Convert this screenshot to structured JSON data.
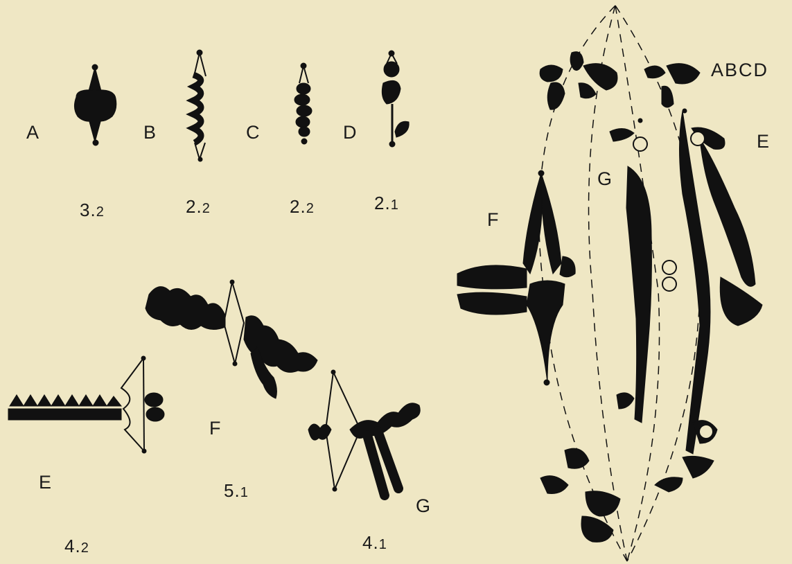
{
  "labels": {
    "left_top": {
      "A": "A",
      "B": "B",
      "C": "C",
      "D": "D"
    },
    "left_top_numbers": {
      "A": {
        "main": "3.",
        "sub": "2"
      },
      "B": {
        "main": "2.",
        "sub": "2"
      },
      "C": {
        "main": "2.",
        "sub": "2"
      },
      "D": {
        "main": "2.",
        "sub": "1"
      }
    },
    "left_bottom": {
      "E": "E",
      "F": "F",
      "G": "G"
    },
    "left_bottom_numbers": {
      "F": {
        "main": "5.",
        "sub": "1"
      },
      "E": {
        "main": "4.",
        "sub": "2"
      },
      "G": {
        "main": "4.",
        "sub": "1"
      }
    },
    "spindle": {
      "ABCD": "ABCD",
      "E": "E",
      "F": "F",
      "G": "G"
    }
  },
  "colors": {
    "background": "#efe7c4",
    "ink": "#111111"
  }
}
